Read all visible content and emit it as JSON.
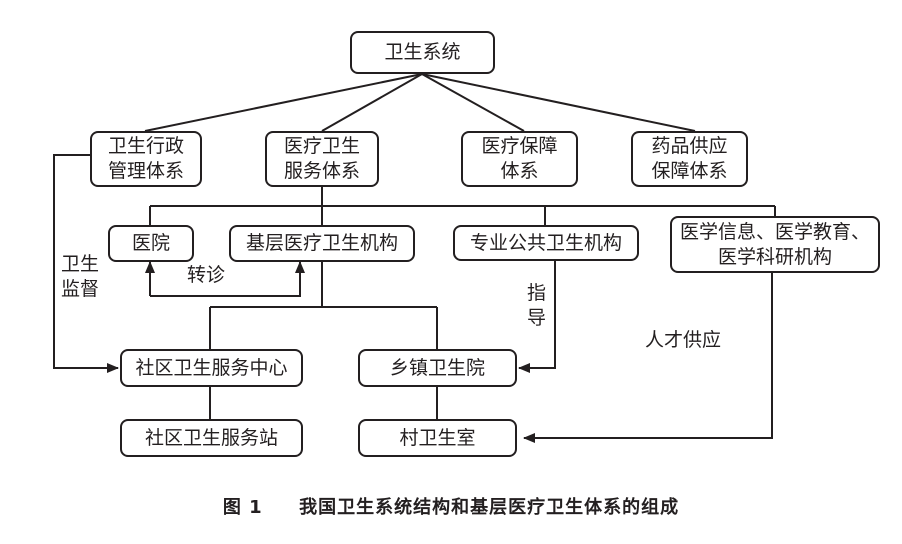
{
  "nodes": {
    "root": [
      "卫生系统"
    ],
    "admin": [
      "卫生行政",
      "管理体系"
    ],
    "service": [
      "医疗卫生",
      "服务体系"
    ],
    "insurance": [
      "医疗保障",
      "体系"
    ],
    "drug": [
      "药品供应",
      "保障体系"
    ],
    "hospital": [
      "医院"
    ],
    "primary": [
      "基层医疗卫生机构"
    ],
    "public_health": [
      "专业公共卫生机构"
    ],
    "research": [
      "医学信息、医学教育、",
      "医学科研机构"
    ],
    "community_center": [
      "社区卫生服务中心"
    ],
    "township": [
      "乡镇卫生院"
    ],
    "community_station": [
      "社区卫生服务站"
    ],
    "village": [
      "村卫生室"
    ]
  },
  "edge_labels": {
    "supervision": [
      "卫生",
      "监督"
    ],
    "referral": "转诊",
    "guidance": [
      "指",
      "导"
    ],
    "talent_supply": "人才供应"
  },
  "caption": {
    "figure": "图 1",
    "title": "我国卫生系统结构和基层医疗卫生体系的组成"
  }
}
